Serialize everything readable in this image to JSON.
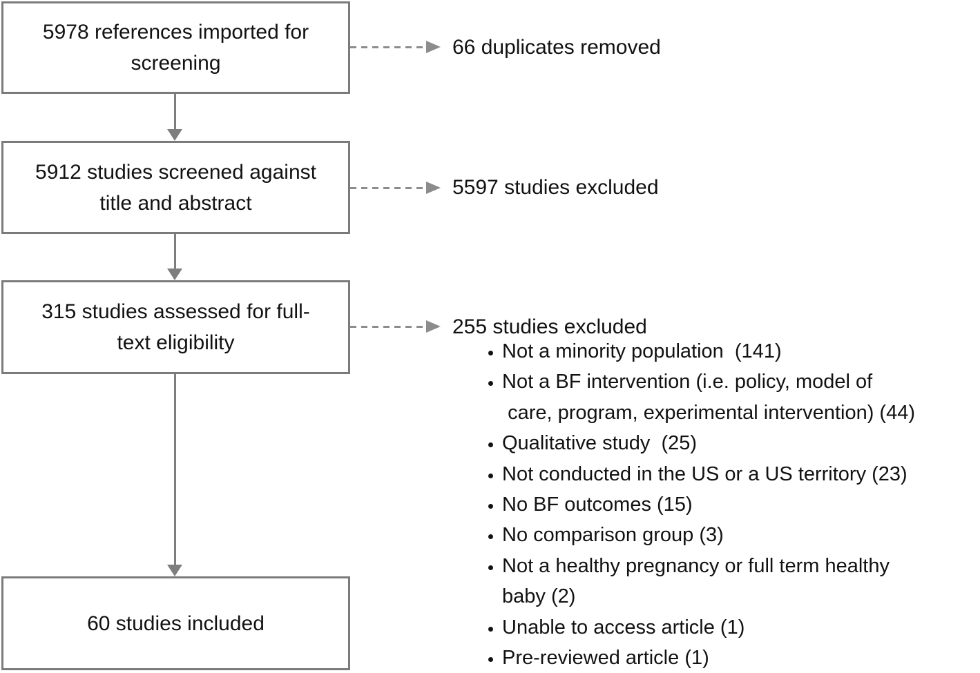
{
  "flow": {
    "boxes": [
      {
        "id": "imported",
        "label": "5978 references imported for\nscreening"
      },
      {
        "id": "screened",
        "label": "5912 studies screened against\ntitle and abstract"
      },
      {
        "id": "fulltext",
        "label": "315 studies assessed for full-\ntext eligibility"
      },
      {
        "id": "included",
        "label": "60 studies included"
      }
    ],
    "notes": [
      {
        "id": "duplicates-removed",
        "label": "66 duplicates removed"
      },
      {
        "id": "title-abstract-excluded",
        "label": "5597 studies excluded"
      },
      {
        "id": "fulltext-excluded",
        "label": "255 studies excluded"
      }
    ],
    "exclusion_reasons": [
      "Not a minority population  (141)",
      "Not a BF intervention (i.e. policy, model of\n care, program, experimental intervention) (44)",
      "Qualitative study  (25)",
      "Not conducted in the US or a US territory (23)",
      "No BF outcomes (15)",
      "No comparison group (3)",
      "Not a healthy pregnancy or full term healthy\nbaby (2)",
      "Unable to access article (1)",
      "Pre-reviewed article (1)"
    ],
    "colors": {
      "box_border": "#7b7b7b",
      "solid_arrow": "#7e7e7e",
      "dashed_arrow": "#8c8c8c",
      "text": "#121212",
      "background": "#ffffff"
    }
  }
}
